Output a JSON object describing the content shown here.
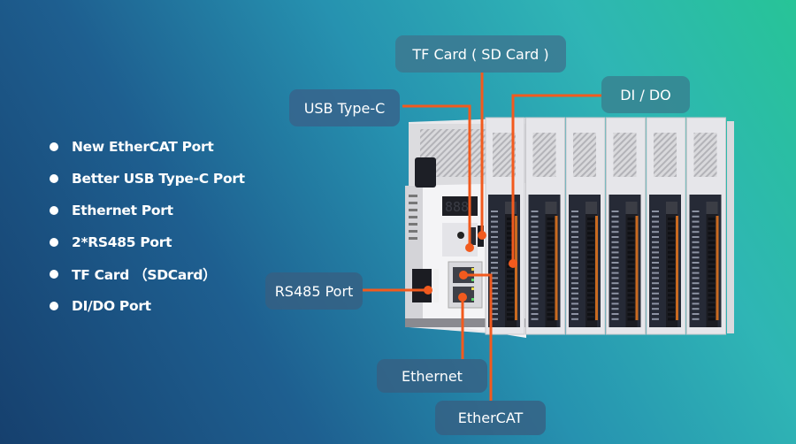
{
  "features": [
    "New EtherCAT Port",
    "Better USB Type-C Port",
    "Ethernet Port",
    "2*RS485 Port",
    "TF Card （SDCard）",
    "DI/DO Port"
  ],
  "callouts": {
    "tf_card": "TF Card ( SD Card )",
    "usb": "USB Type-C",
    "dido": "DI / DO",
    "rs485": "RS485 Port",
    "ethernet": "Ethernet",
    "ethercat": "EtherCAT"
  },
  "device": {
    "expansion_module_count": 6
  },
  "colors": {
    "leader_line": "#f25a1e",
    "bg_start": "#16406e",
    "bg_end": "#27c497",
    "callout_text": "#ffffff"
  }
}
